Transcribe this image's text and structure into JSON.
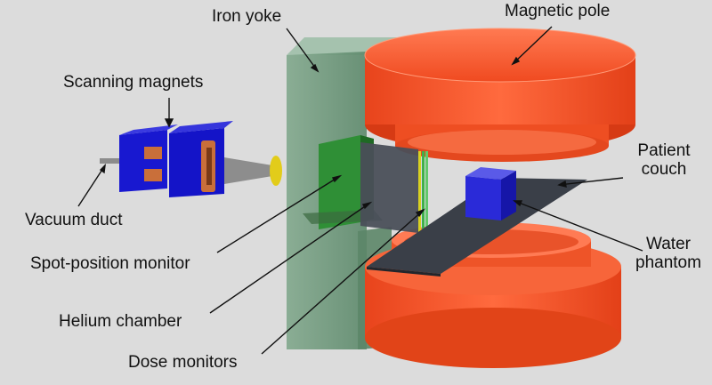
{
  "labels": {
    "iron_yoke": "Iron yoke",
    "magnetic_pole": "Magnetic pole",
    "scanning_magnets": "Scanning magnets",
    "vacuum_duct": "Vacuum duct",
    "spot_position_monitor": "Spot-position monitor",
    "helium_chamber": "Helium chamber",
    "dose_monitors": "Dose monitors",
    "patient_couch_line1": "Patient",
    "patient_couch_line2": "couch",
    "water_phantom_line1": "Water",
    "water_phantom_line2": "phantom"
  },
  "colors": {
    "background": "#dcdcdc",
    "magnet_red": "#ff5a2e",
    "yoke_green": "#6e9a7c",
    "scanner_blue": "#1a1ad6",
    "coil_copper": "#c96f3a",
    "phantom_blue": "#2a2ad8",
    "couch_dark": "#3a3f48",
    "beam_yellow": "#e8d21a",
    "monitor_green": "#2d8a2d"
  }
}
